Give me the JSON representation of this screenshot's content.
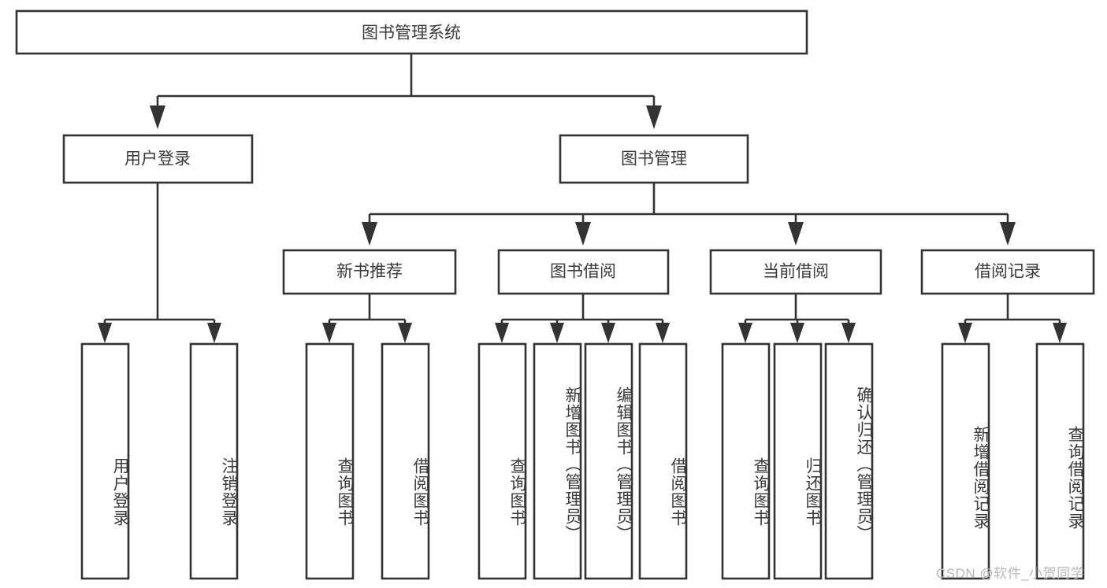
{
  "diagram": {
    "type": "tree-hierarchy-flowchart",
    "title_node": {
      "id": "root",
      "label": "图书管理系统"
    },
    "levels": [
      {
        "level": 1,
        "nodes": [
          {
            "id": "root",
            "label": "图书管理系统",
            "orientation": "horizontal"
          }
        ]
      },
      {
        "level": 2,
        "nodes": [
          {
            "id": "login",
            "label": "用户登录",
            "orientation": "horizontal",
            "parent": "root"
          },
          {
            "id": "bookmgmt",
            "label": "图书管理",
            "orientation": "horizontal",
            "parent": "root"
          }
        ]
      },
      {
        "level": 3,
        "nodes": [
          {
            "id": "newbook",
            "label": "新书推荐",
            "orientation": "horizontal",
            "parent": "bookmgmt"
          },
          {
            "id": "borrow",
            "label": "图书借阅",
            "orientation": "horizontal",
            "parent": "bookmgmt"
          },
          {
            "id": "current",
            "label": "当前借阅",
            "orientation": "horizontal",
            "parent": "bookmgmt"
          },
          {
            "id": "records",
            "label": "借阅记录",
            "orientation": "horizontal",
            "parent": "bookmgmt"
          }
        ]
      },
      {
        "level": 4,
        "nodes": [
          {
            "id": "leaf-1",
            "label": "用户登录",
            "orientation": "vertical",
            "parent": "login"
          },
          {
            "id": "leaf-2",
            "label": "注销登录",
            "orientation": "vertical",
            "parent": "login"
          },
          {
            "id": "leaf-3",
            "label": "查询图书",
            "orientation": "vertical",
            "parent": "newbook"
          },
          {
            "id": "leaf-4",
            "label": "借阅图书",
            "orientation": "vertical",
            "parent": "newbook"
          },
          {
            "id": "leaf-5",
            "label": "查询图书",
            "orientation": "vertical",
            "parent": "borrow"
          },
          {
            "id": "leaf-6",
            "label": "新增图书（管理员）",
            "orientation": "vertical",
            "parent": "borrow"
          },
          {
            "id": "leaf-7",
            "label": "编辑图书（管理员）",
            "orientation": "vertical",
            "parent": "borrow"
          },
          {
            "id": "leaf-8",
            "label": "借阅图书",
            "orientation": "vertical",
            "parent": "borrow"
          },
          {
            "id": "leaf-9",
            "label": "查询图书",
            "orientation": "vertical",
            "parent": "current"
          },
          {
            "id": "leaf-10",
            "label": "归还图书",
            "orientation": "vertical",
            "parent": "current"
          },
          {
            "id": "leaf-11",
            "label": "确认归还（管理员）",
            "orientation": "vertical",
            "parent": "current"
          },
          {
            "id": "leaf-12",
            "label": "新增借阅记录",
            "orientation": "vertical",
            "parent": "records"
          },
          {
            "id": "leaf-13",
            "label": "查询借阅记录",
            "orientation": "vertical",
            "parent": "records"
          }
        ]
      }
    ]
  },
  "watermark": {
    "text": "CSDN @软件_小贺同学"
  },
  "colors": {
    "stroke": "#333333",
    "node_fill": "#ffffff",
    "text": "#3a3a3a",
    "background": "#ffffff",
    "watermark": "#b8b8b8"
  }
}
